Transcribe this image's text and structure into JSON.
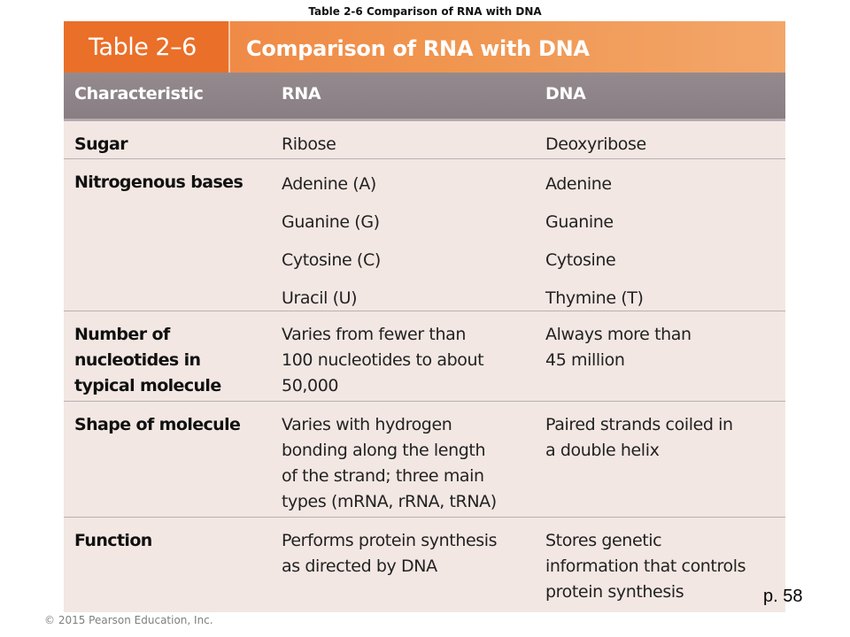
{
  "slide_title": "Table 2-6 Comparison of RNA with DNA",
  "table": {
    "tab_label": "Table 2–6",
    "title": "Comparison of RNA with DNA",
    "columns": [
      "Characteristic",
      "RNA",
      "DNA"
    ],
    "rows": [
      {
        "characteristic": [
          "Sugar"
        ],
        "rna": [
          "Ribose"
        ],
        "dna": [
          "Deoxyribose"
        ]
      },
      {
        "characteristic": [
          "Nitrogenous bases"
        ],
        "rna": [
          "Adenine (A)",
          "Guanine (G)",
          "Cytosine (C)",
          "Uracil (U)"
        ],
        "dna": [
          "Adenine",
          "Guanine",
          "Cytosine",
          "Thymine (T)"
        ]
      },
      {
        "characteristic": [
          "Number of",
          "nucleotides in",
          "typical molecule"
        ],
        "rna": [
          "Varies from fewer than",
          "100 nucleotides to about",
          "50,000"
        ],
        "dna": [
          "Always more than",
          "45 million"
        ]
      },
      {
        "characteristic": [
          "Shape of molecule"
        ],
        "rna": [
          "Varies with hydrogen",
          "bonding along the length",
          "of the strand; three main",
          "types (mRNA, rRNA, tRNA)"
        ],
        "dna": [
          "Paired strands coiled in",
          "a double helix"
        ]
      },
      {
        "characteristic": [
          "Function"
        ],
        "rna": [
          "Performs protein synthesis",
          "as directed by DNA"
        ],
        "dna": [
          "Stores genetic",
          "information that controls",
          "protein synthesis"
        ]
      }
    ]
  },
  "footer": {
    "copyright": "© 2015 Pearson Education, Inc.",
    "page_ref": "p. 58"
  }
}
